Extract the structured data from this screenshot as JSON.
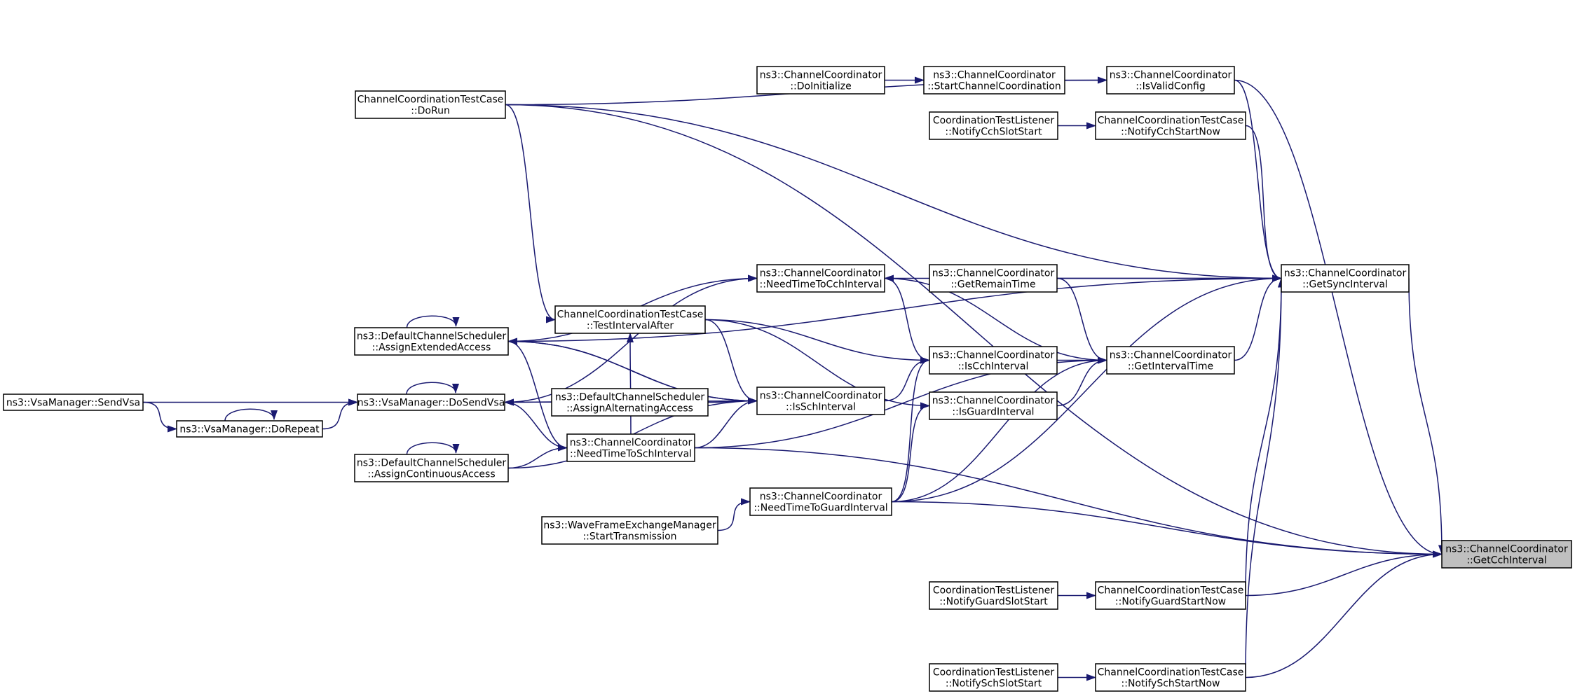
{
  "graph": {
    "nodes": [
      {
        "id": "getcch",
        "lines": [
          "ns3::ChannelCoordinator",
          "::GetCchInterval"
        ],
        "highlighted": true
      },
      {
        "id": "doRun",
        "lines": [
          "ChannelCoordinationTestCase",
          "::DoRun"
        ]
      },
      {
        "id": "isValid",
        "lines": [
          "ns3::ChannelCoordinator",
          "::IsValidConfig"
        ]
      },
      {
        "id": "doInit",
        "lines": [
          "ns3::ChannelCoordinator",
          "::DoInitialize"
        ]
      },
      {
        "id": "startCC",
        "lines": [
          "ns3::ChannelCoordinator",
          "::StartChannelCoordination"
        ]
      },
      {
        "id": "notifyCchSlot",
        "lines": [
          "CoordinationTestListener",
          "::NotifyCchSlotStart"
        ]
      },
      {
        "id": "notifyCchNow",
        "lines": [
          "ChannelCoordinationTestCase",
          "::NotifyCchStartNow"
        ]
      },
      {
        "id": "getSync",
        "lines": [
          "ns3::ChannelCoordinator",
          "::GetSyncInterval"
        ]
      },
      {
        "id": "needCch",
        "lines": [
          "ns3::ChannelCoordinator",
          "::NeedTimeToCchInterval"
        ]
      },
      {
        "id": "getRemain",
        "lines": [
          "ns3::ChannelCoordinator",
          "::GetRemainTime"
        ]
      },
      {
        "id": "assignExt",
        "lines": [
          "ns3::DefaultChannelScheduler",
          "::AssignExtendedAccess"
        ]
      },
      {
        "id": "testAfter",
        "lines": [
          "ChannelCoordinationTestCase",
          "::TestIntervalAfter"
        ]
      },
      {
        "id": "isCch",
        "lines": [
          "ns3::ChannelCoordinator",
          "::IsCchInterval"
        ]
      },
      {
        "id": "getIntTime",
        "lines": [
          "ns3::ChannelCoordinator",
          "::GetIntervalTime"
        ]
      },
      {
        "id": "sendVsa",
        "lines": [
          "ns3::VsaManager::SendVsa"
        ]
      },
      {
        "id": "doSendVsa",
        "lines": [
          "ns3::VsaManager::DoSendVsa"
        ]
      },
      {
        "id": "assignAlt",
        "lines": [
          "ns3::DefaultChannelScheduler",
          "::AssignAlternatingAccess"
        ]
      },
      {
        "id": "isSch",
        "lines": [
          "ns3::ChannelCoordinator",
          "::IsSchInterval"
        ]
      },
      {
        "id": "isGuard",
        "lines": [
          "ns3::ChannelCoordinator",
          "::IsGuardInterval"
        ]
      },
      {
        "id": "doRepeat",
        "lines": [
          "ns3::VsaManager::DoRepeat"
        ]
      },
      {
        "id": "needSch",
        "lines": [
          "ns3::ChannelCoordinator",
          "::NeedTimeToSchInterval"
        ]
      },
      {
        "id": "assignCont",
        "lines": [
          "ns3::DefaultChannelScheduler",
          "::AssignContinuousAccess"
        ]
      },
      {
        "id": "needGuard",
        "lines": [
          "ns3::ChannelCoordinator",
          "::NeedTimeToGuardInterval"
        ]
      },
      {
        "id": "waveStart",
        "lines": [
          "ns3::WaveFrameExchangeManager",
          "::StartTransmission"
        ]
      },
      {
        "id": "notifyGuardSlot",
        "lines": [
          "CoordinationTestListener",
          "::NotifyGuardSlotStart"
        ]
      },
      {
        "id": "notifyGuardNow",
        "lines": [
          "ChannelCoordinationTestCase",
          "::NotifyGuardStartNow"
        ]
      },
      {
        "id": "notifySchSlot",
        "lines": [
          "CoordinationTestListener",
          "::NotifySchSlotStart"
        ]
      },
      {
        "id": "notifySchNow",
        "lines": [
          "ChannelCoordinationTestCase",
          "::NotifySchStartNow"
        ]
      }
    ],
    "edges": [
      [
        "doRun",
        "getcch"
      ],
      [
        "doRun",
        "isValid"
      ],
      [
        "doRun",
        "getSync"
      ],
      [
        "doRun",
        "testAfter"
      ],
      [
        "isValid",
        "getcch"
      ],
      [
        "isValid",
        "getSync"
      ],
      [
        "doInit",
        "startCC"
      ],
      [
        "startCC",
        "isValid"
      ],
      [
        "notifyCchSlot",
        "notifyCchNow"
      ],
      [
        "notifyCchNow",
        "getSync"
      ],
      [
        "getSync",
        "getcch"
      ],
      [
        "needCch",
        "getSync"
      ],
      [
        "needCch",
        "getIntTime"
      ],
      [
        "getRemain",
        "getSync"
      ],
      [
        "getRemain",
        "getIntTime"
      ],
      [
        "assignExt",
        "assignExt"
      ],
      [
        "assignExt",
        "getSync"
      ],
      [
        "assignExt",
        "needCch"
      ],
      [
        "assignExt",
        "isSch"
      ],
      [
        "testAfter",
        "isCch"
      ],
      [
        "testAfter",
        "isGuard"
      ],
      [
        "testAfter",
        "isSch"
      ],
      [
        "isCch",
        "getIntTime"
      ],
      [
        "isCch",
        "needCch"
      ],
      [
        "getIntTime",
        "getSync"
      ],
      [
        "sendVsa",
        "doSendVsa"
      ],
      [
        "sendVsa",
        "doRepeat"
      ],
      [
        "doSendVsa",
        "doSendVsa"
      ],
      [
        "doSendVsa",
        "isSch"
      ],
      [
        "doSendVsa",
        "needCch"
      ],
      [
        "assignAlt",
        "isSch"
      ],
      [
        "isSch",
        "isCch"
      ],
      [
        "isSch",
        "assignExt"
      ],
      [
        "isSch",
        "doSendVsa"
      ],
      [
        "isGuard",
        "getIntTime"
      ],
      [
        "doRepeat",
        "doRepeat"
      ],
      [
        "doRepeat",
        "doSendVsa"
      ],
      [
        "needSch",
        "getIntTime"
      ],
      [
        "needSch",
        "isSch"
      ],
      [
        "needSch",
        "getcch"
      ],
      [
        "needSch",
        "assignExt"
      ],
      [
        "needSch",
        "doSendVsa"
      ],
      [
        "needSch",
        "testAfter"
      ],
      [
        "assignCont",
        "assignCont"
      ],
      [
        "assignCont",
        "isSch"
      ],
      [
        "assignCont",
        "needSch"
      ],
      [
        "needGuard",
        "getIntTime"
      ],
      [
        "needGuard",
        "getSync"
      ],
      [
        "needGuard",
        "isGuard"
      ],
      [
        "needGuard",
        "isCch"
      ],
      [
        "needGuard",
        "getcch"
      ],
      [
        "waveStart",
        "needGuard"
      ],
      [
        "notifyGuardSlot",
        "notifyGuardNow"
      ],
      [
        "notifyGuardNow",
        "getcch"
      ],
      [
        "notifyGuardNow",
        "getSync"
      ],
      [
        "notifySchSlot",
        "notifySchNow"
      ],
      [
        "notifySchNow",
        "getcch"
      ],
      [
        "notifySchNow",
        "getSync"
      ]
    ]
  }
}
